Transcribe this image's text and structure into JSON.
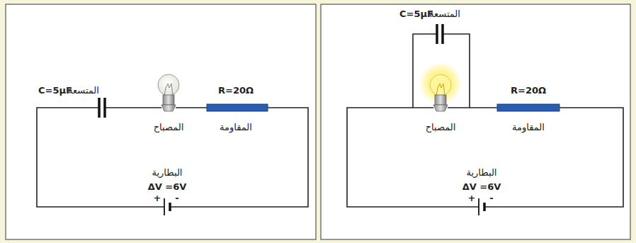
{
  "diagram": {
    "labels": [
      "C=5μF",
      "المتسعة",
      "المصباح",
      "R=20Ω",
      "المقاومة",
      "البطارية",
      "ΔV =6V",
      "+",
      "-",
      "C=5μF",
      "المتسعة",
      "المصباح",
      "R=20Ω",
      "المقاومة",
      "البطارية",
      "ΔV =6V",
      "+",
      "-"
    ]
  }
}
